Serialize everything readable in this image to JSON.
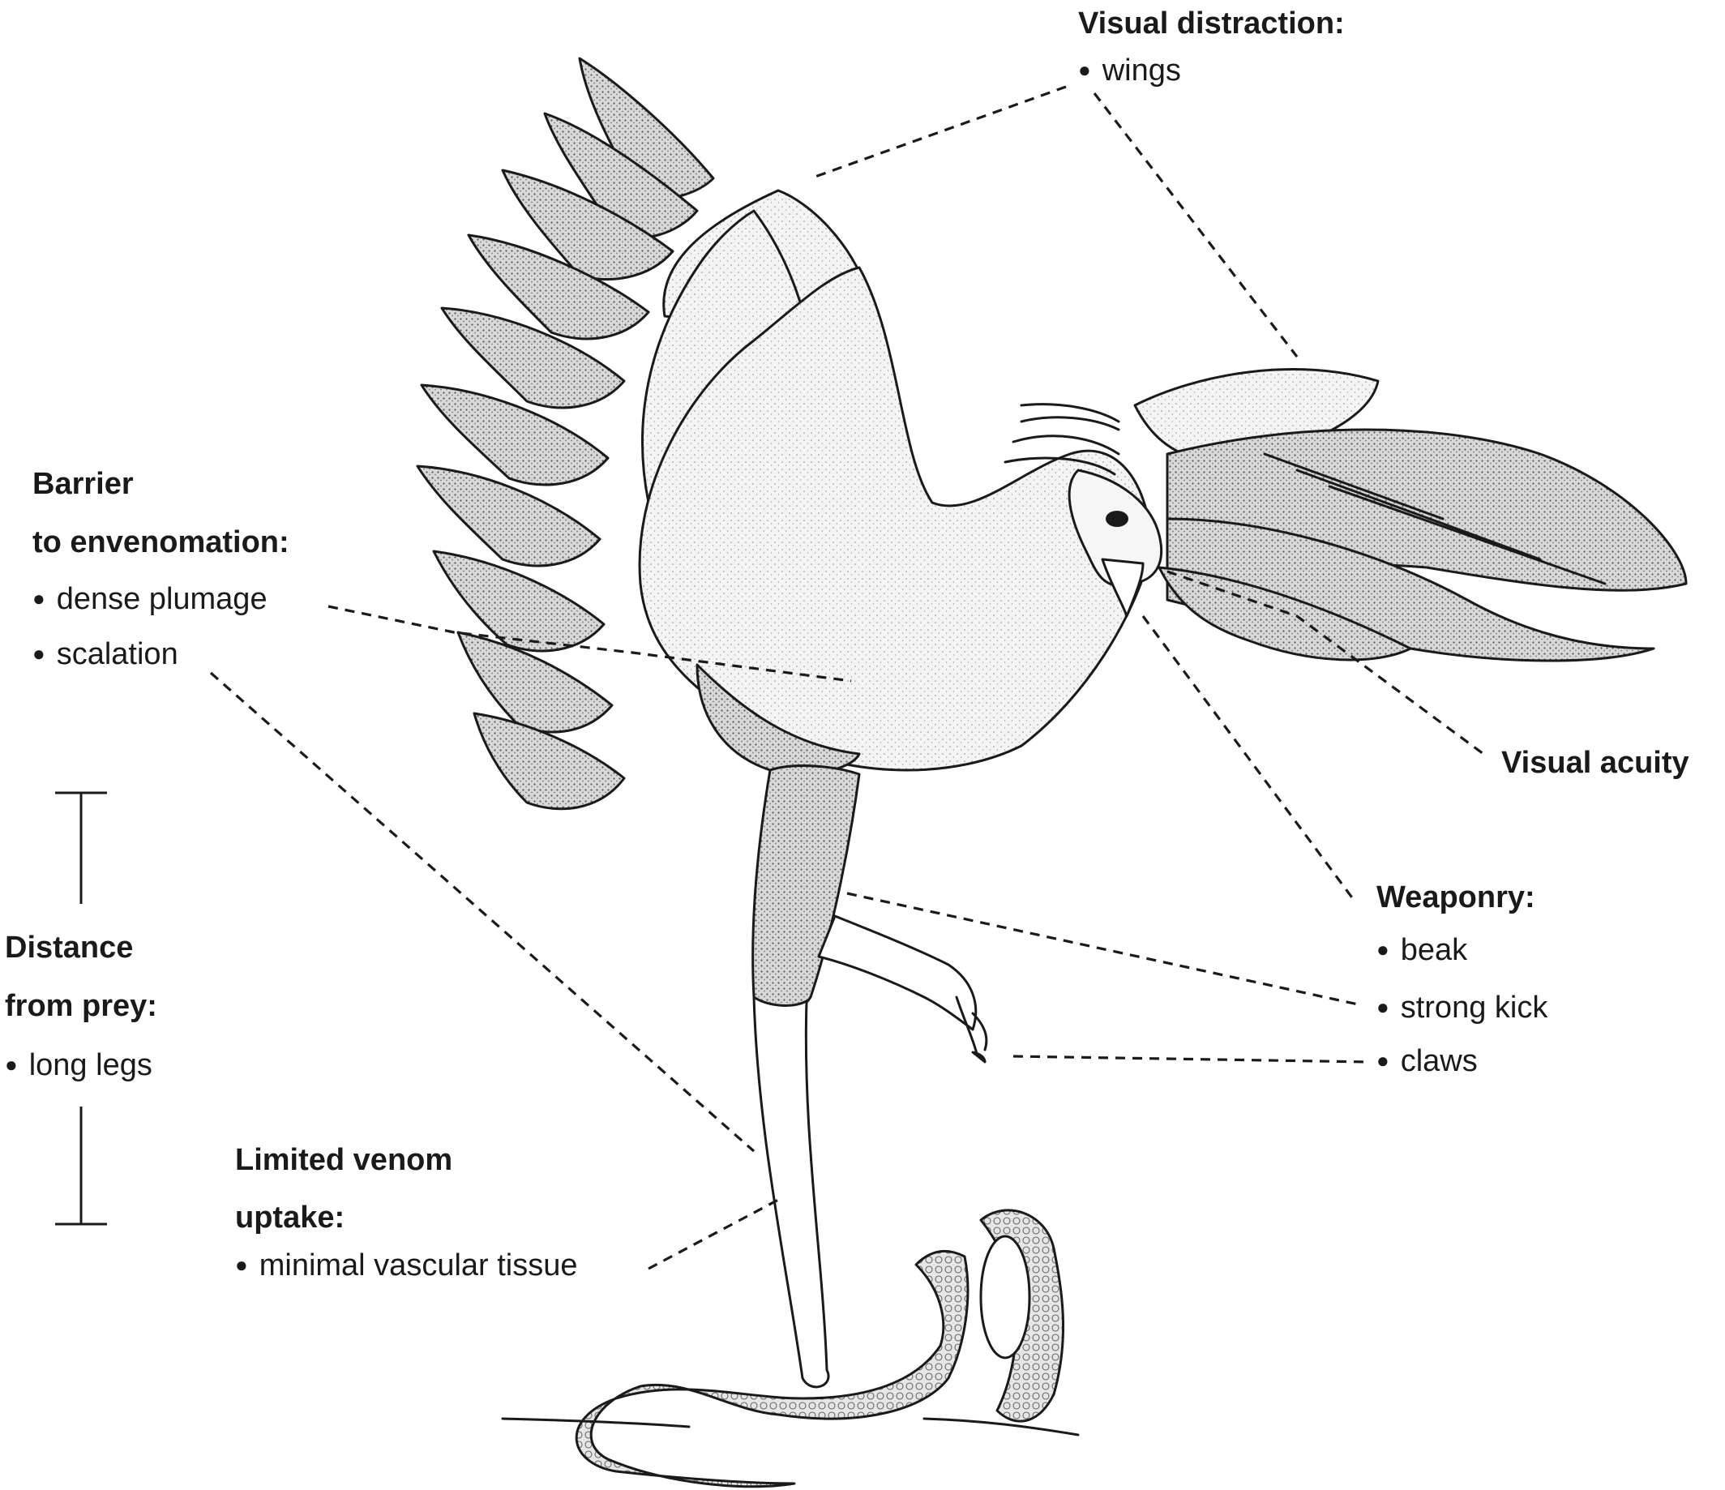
{
  "groups": {
    "visual_distraction": {
      "heading": "Visual distraction:",
      "items": [
        "wings"
      ]
    },
    "barrier": {
      "heading_line1": "Barrier",
      "heading_line2": "to envenomation:",
      "items": [
        "dense plumage",
        "scalation"
      ]
    },
    "visual_acuity": {
      "heading": "Visual acuity"
    },
    "weaponry": {
      "heading": "Weaponry:",
      "items": [
        "beak",
        "strong kick",
        "claws"
      ]
    },
    "distance": {
      "heading_line1": "Distance",
      "heading_line2": "from prey:",
      "items": [
        "long legs"
      ]
    },
    "venom_uptake": {
      "heading_line1": "Limited venom",
      "heading_line2": "uptake:",
      "items": [
        "minimal vascular tissue"
      ]
    }
  },
  "illustration": {
    "subjects": [
      "secretary-bird",
      "snake"
    ],
    "colors": {
      "ink": "#1a1a1a",
      "stipple_dark": "#8e8e8e",
      "stipple_light": "#e4e4e4",
      "background": "#ffffff"
    }
  }
}
